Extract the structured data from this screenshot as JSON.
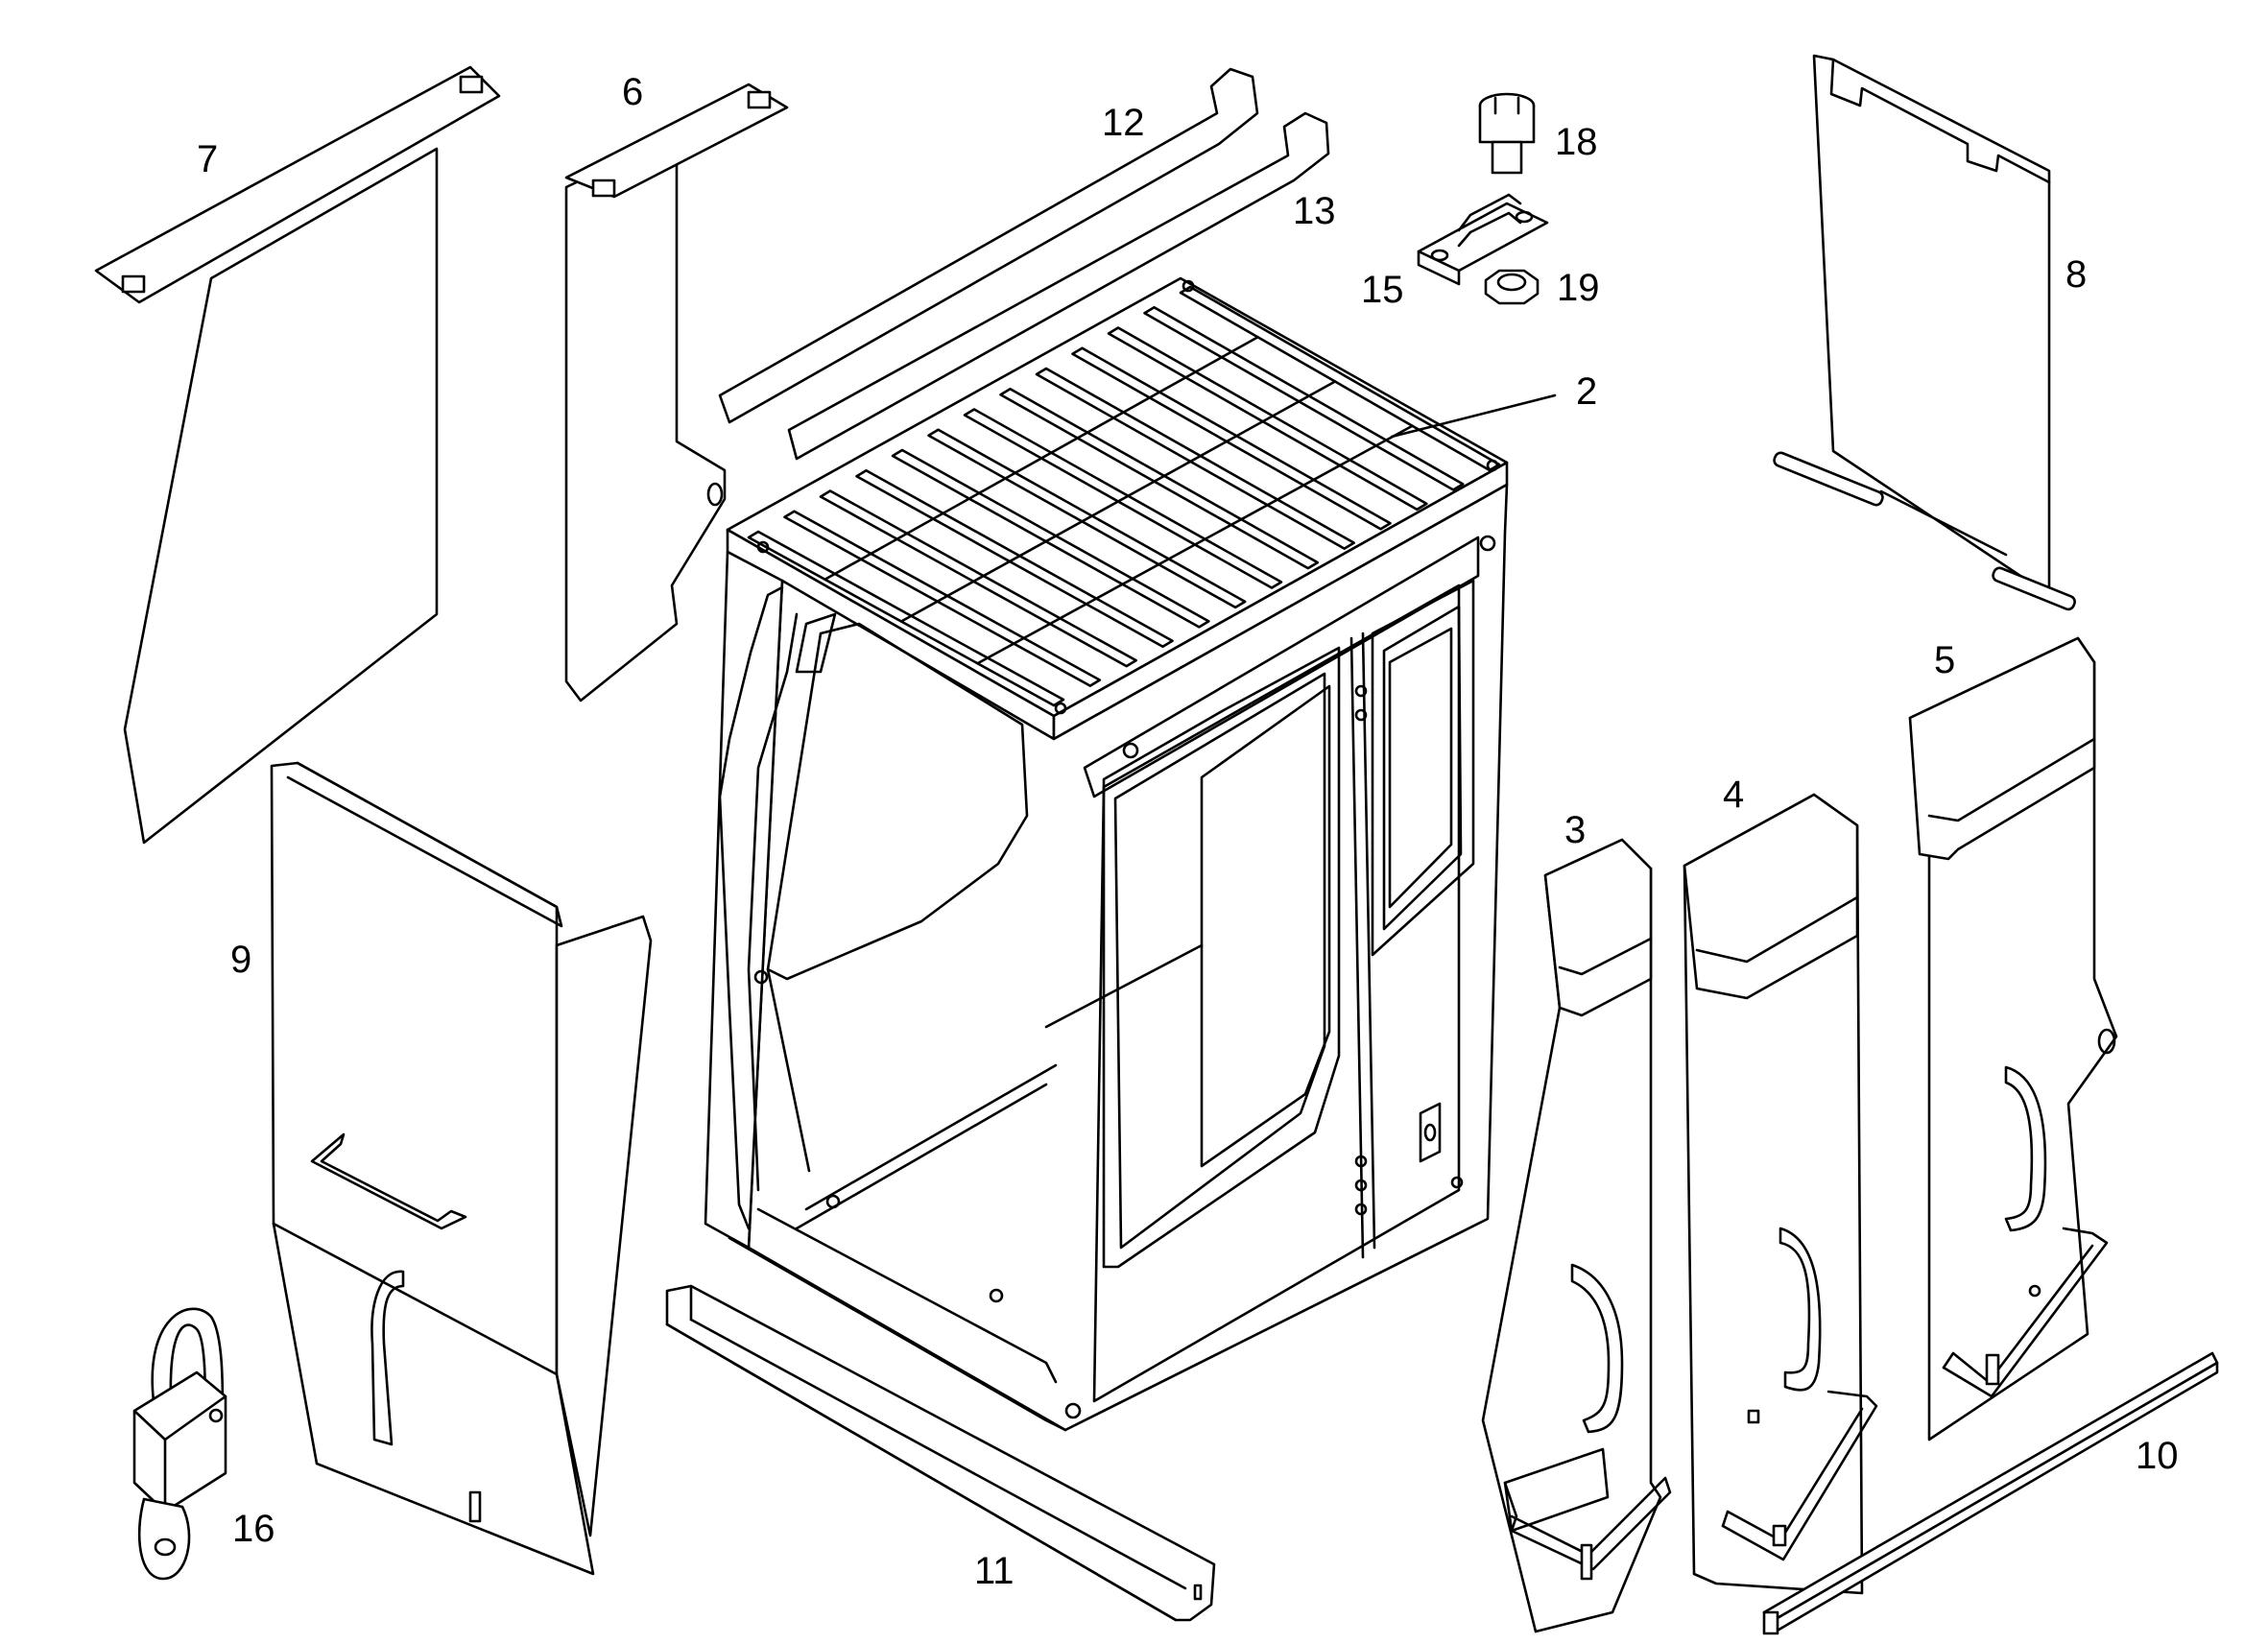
{
  "labels": {
    "p2": "2",
    "p3": "3",
    "p4": "4",
    "p5": "5",
    "p6": "6",
    "p7": "7",
    "p8": "8",
    "p9": "9",
    "p10": "10",
    "p11": "11",
    "p12": "12",
    "p13": "13",
    "p15": "15",
    "p16": "16",
    "p18": "18",
    "p19": "19"
  }
}
